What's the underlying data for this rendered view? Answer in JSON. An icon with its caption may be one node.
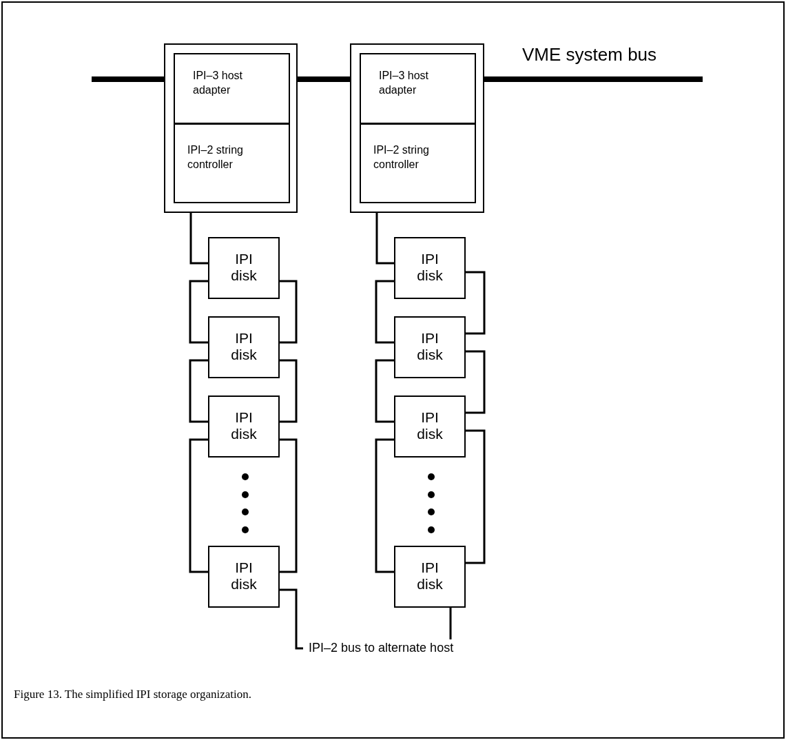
{
  "diagram": {
    "caption": "Figure 13. The simplified IPI storage organization.",
    "nodes": [
      {
        "text": [],
        "shape": "box"
      },
      {
        "text": [
          "IPI–3 host adapter"
        ],
        "in": 0
      },
      {
        "text": [
          "IPI–2 string controller"
        ],
        "in": 0
      },
      {
        "text": [],
        "shape": "box"
      },
      {
        "text": [
          "IPI–3 host adapter"
        ],
        "in": 3
      },
      {
        "text": [
          "IPI–2 string controller"
        ],
        "in": 3
      },
      {
        "text": [
          "IPI disk"
        ]
      },
      {
        "text": [
          "IPI disk"
        ]
      },
      {
        "text": [
          "IPI disk"
        ]
      },
      {
        "text": [
          "IPI disk"
        ]
      },
      {
        "text": [
          "IPI disk"
        ]
      },
      {
        "text": [
          "IPI disk"
        ]
      },
      {
        "text": [
          "IPI disk"
        ]
      },
      {
        "text": [
          "IPI disk"
        ]
      },
      {
        "text": [
          "IPI–2 bus to alternate host"
        ]
      }
    ],
    "edges": [
      {
        "from": null,
        "to": 0,
        "arrow": "none",
        "style": "thick"
      },
      {
        "from": 0,
        "to": 3,
        "arrow": "none",
        "style": "thick"
      },
      {
        "from": 3,
        "to": null,
        "arrow": "none",
        "style": "thick"
      },
      {
        "from": 2,
        "to": 6,
        "arrow": "none"
      },
      {
        "from": 6,
        "to": 7,
        "arrow": "none"
      },
      {
        "from": 6,
        "to": 7,
        "arrow": "none"
      },
      {
        "from": 7,
        "to": 8,
        "arrow": "none"
      },
      {
        "from": 7,
        "to": 8,
        "arrow": "none"
      },
      {
        "from": 8,
        "to": 9,
        "arrow": "none"
      },
      {
        "from": 8,
        "to": 9,
        "arrow": "none"
      },
      {
        "from": 5,
        "to": 10,
        "arrow": "none"
      },
      {
        "from": 10,
        "to": 11,
        "arrow": "none"
      },
      {
        "from": 10,
        "to": 11,
        "arrow": "none"
      },
      {
        "from": 11,
        "to": 12,
        "arrow": "none"
      },
      {
        "from": 11,
        "to": 12,
        "arrow": "none"
      },
      {
        "from": 12,
        "to": 13,
        "arrow": "none"
      },
      {
        "from": 12,
        "to": 13,
        "arrow": "none"
      },
      {
        "from": 9,
        "to": 14,
        "arrow": "none"
      },
      {
        "from": 13,
        "to": 14,
        "arrow": "none"
      }
    ],
    "labels": [
      "VME system bus"
    ]
  }
}
